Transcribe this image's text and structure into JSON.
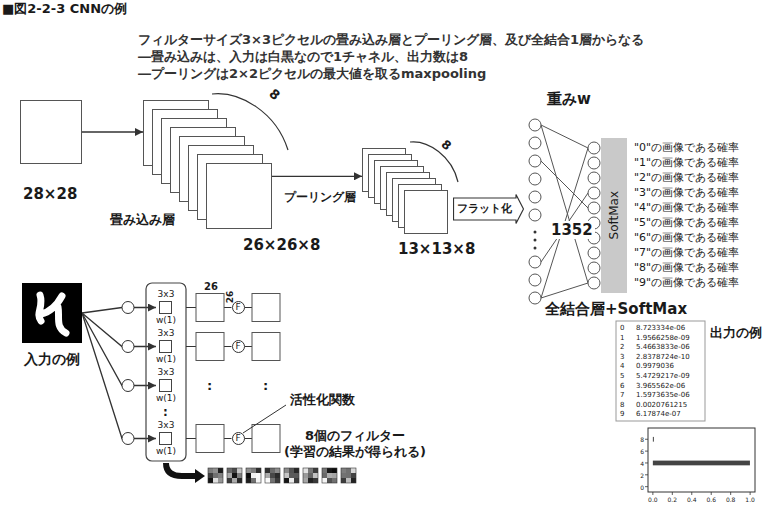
{
  "diagram": {
    "title": "■図2-2-3 CNNの例",
    "nodes": [
      {
        "text": [
          "28×28"
        ]
      },
      {
        "text": [
          "畳み込み層",
          "26×26×8"
        ]
      },
      {
        "text": [
          "プーリング層",
          "13×13×8"
        ]
      },
      {
        "text": [
          "フラット化"
        ]
      },
      {
        "text": [
          "SoftMax"
        ]
      },
      {
        "text": [
          "入力の例"
        ]
      },
      {
        "text": [
          "3x3",
          "w(1)"
        ]
      },
      {
        "text": [
          "3x3",
          "w(1)"
        ]
      },
      {
        "text": [
          "3x3",
          "w(1)"
        ]
      },
      {
        "text": [
          "3x3",
          "w(1)"
        ]
      },
      {
        "text": [
          "F"
        ]
      },
      {
        "text": [
          "F"
        ]
      },
      {
        "text": [
          "F"
        ]
      }
    ],
    "edges": [
      {
        "from": 0,
        "to": 1,
        "arrow": "to"
      },
      {
        "from": 1,
        "to": 2,
        "arrow": "to"
      },
      {
        "from": 5,
        "to": 6,
        "arrow": "to"
      },
      {
        "from": 5,
        "to": 7,
        "arrow": "to"
      },
      {
        "from": 5,
        "to": 8,
        "arrow": "to"
      },
      {
        "from": 5,
        "to": 9,
        "arrow": "to"
      }
    ],
    "labels": [
      "フィルターサイズ3×3ピクセルの畳み込み層とプーリング層、及び全結合1層からなる",
      "―畳み込みは、入力は白黒なので1チャネル、出力数は8",
      "―プーリングは2×2ピクセルの最大値を取るmaxpooling",
      "8",
      "8",
      "重みw",
      "1352",
      "\"0\"の画像である確率",
      "\"1\"の画像である確率",
      "\"2\"の画像である確率",
      "\"3\"の画像である確率",
      "\"4\"の画像である確率",
      "\"5\"の画像である確率",
      "\"6\"の画像である確率",
      "\"7\"の画像である確率",
      "\"8\"の画像である確率",
      "\"9\"の画像である確率",
      "全結合層+SoftMax",
      "26",
      "26",
      ":",
      ":",
      ":",
      "活性化関数",
      "8個のフィルター (学習の結果が得られる)",
      "出力の例",
      "0",
      "8.723334e-06",
      "1",
      "1.9566258e-09",
      "2",
      "5.4663833e-06",
      "3",
      "2.8378724e-10",
      "4",
      "0.9979036",
      "5",
      "5.4729217e-09",
      "6",
      "3.965562e-06",
      "7",
      "1.5973635e-06",
      "8",
      "0.0020761215",
      "9",
      "6.17874e-07",
      "0",
      "2",
      "4",
      "6",
      "8",
      "0.0",
      "0.2",
      "0.4",
      "0.6",
      "0.8",
      "1.0"
    ]
  }
}
